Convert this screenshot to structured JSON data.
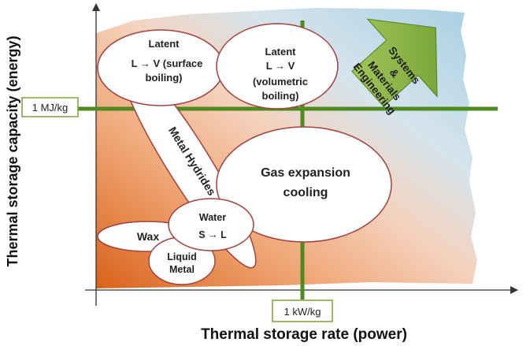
{
  "axes": {
    "y_label": "Thermal storage capacity (energy)",
    "x_label": "Thermal storage rate (power)"
  },
  "thresholds": {
    "energy": "1 MJ/kg",
    "power": "1 kW/kg"
  },
  "regions": {
    "latent_surface": {
      "line1": "Latent",
      "line2": "L → V (surface",
      "line3": "boiling)"
    },
    "latent_volumetric": {
      "line1": "Latent",
      "line2": "L → V",
      "line3": "(volumetric",
      "line4": "boiling)"
    },
    "metal_hydrides": "Metal Hydrides",
    "gas_expansion": {
      "line1": "Gas expansion",
      "line2": "cooling"
    },
    "water": {
      "line1": "Water",
      "line2": "S → L"
    },
    "wax": "Wax",
    "liquid_metal": {
      "line1": "Liquid",
      "line2": "Metal"
    }
  },
  "arrow": {
    "line1": "Systems",
    "line2": "&",
    "line3": "Materials",
    "line4": "Engineering"
  },
  "colors": {
    "orange_dark": "#e0701f",
    "blue_light": "#a9d0e3",
    "green_line": "#4e8a1f",
    "arrow_green": "#8db94a",
    "ellipse_border": "#a0413e"
  }
}
